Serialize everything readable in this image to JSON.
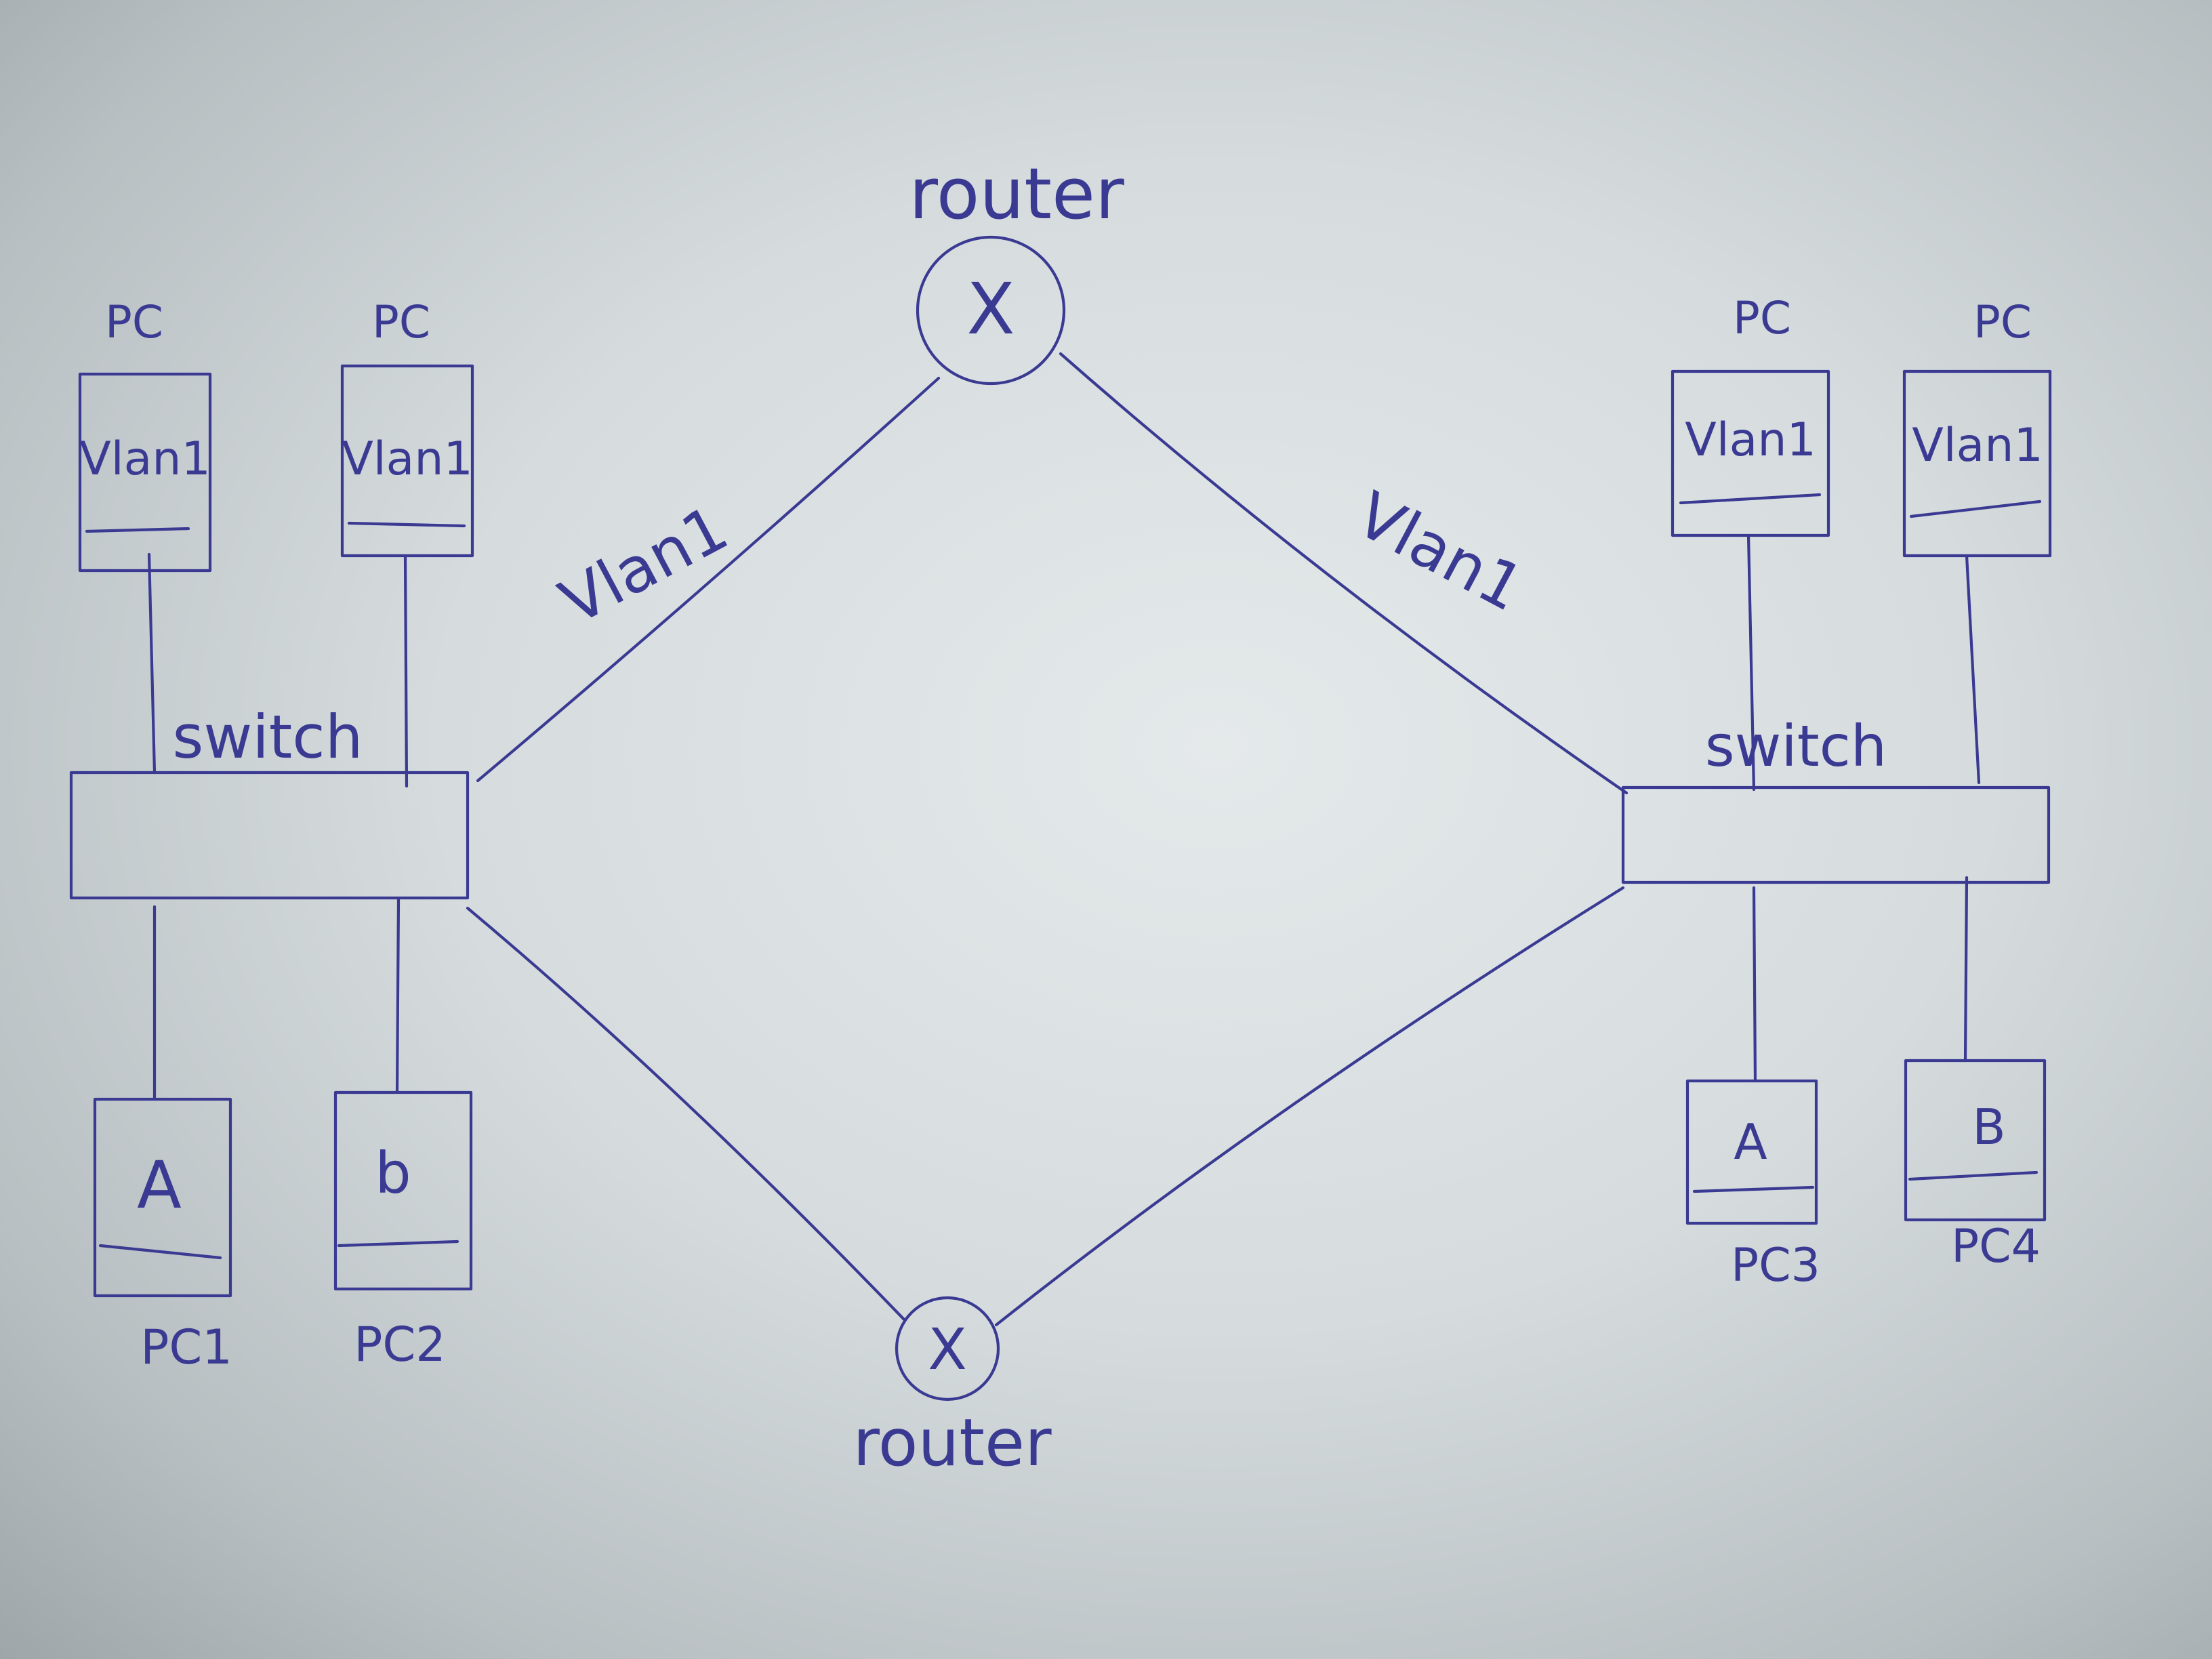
{
  "diagram": {
    "routers": {
      "top": {
        "label": "router",
        "symbol": "X"
      },
      "bottom": {
        "label": "router",
        "symbol": "X"
      }
    },
    "switches": {
      "left": {
        "label": "switch"
      },
      "right": {
        "label": "switch"
      }
    },
    "links": {
      "left_top": "Vlan1",
      "right_top": "Vlan1"
    },
    "left_group": {
      "top_pc_1": {
        "caption": "PC",
        "text": "Vlan1"
      },
      "top_pc_2": {
        "caption": "PC",
        "text": "Vlan1"
      },
      "bottom_pc_1": {
        "text": "A",
        "caption": "PC1"
      },
      "bottom_pc_2": {
        "text": "b",
        "caption": "PC2"
      }
    },
    "right_group": {
      "top_pc_1": {
        "caption": "PC",
        "text": "Vlan1"
      },
      "top_pc_2": {
        "caption": "PC",
        "text": "Vlan1"
      },
      "bottom_pc_1": {
        "text": "A",
        "caption": "PC3"
      },
      "bottom_pc_2": {
        "text": "B",
        "caption": "PC4"
      }
    }
  },
  "colors": {
    "ink": "#3a3a92",
    "paper": "#e4e9ea"
  }
}
